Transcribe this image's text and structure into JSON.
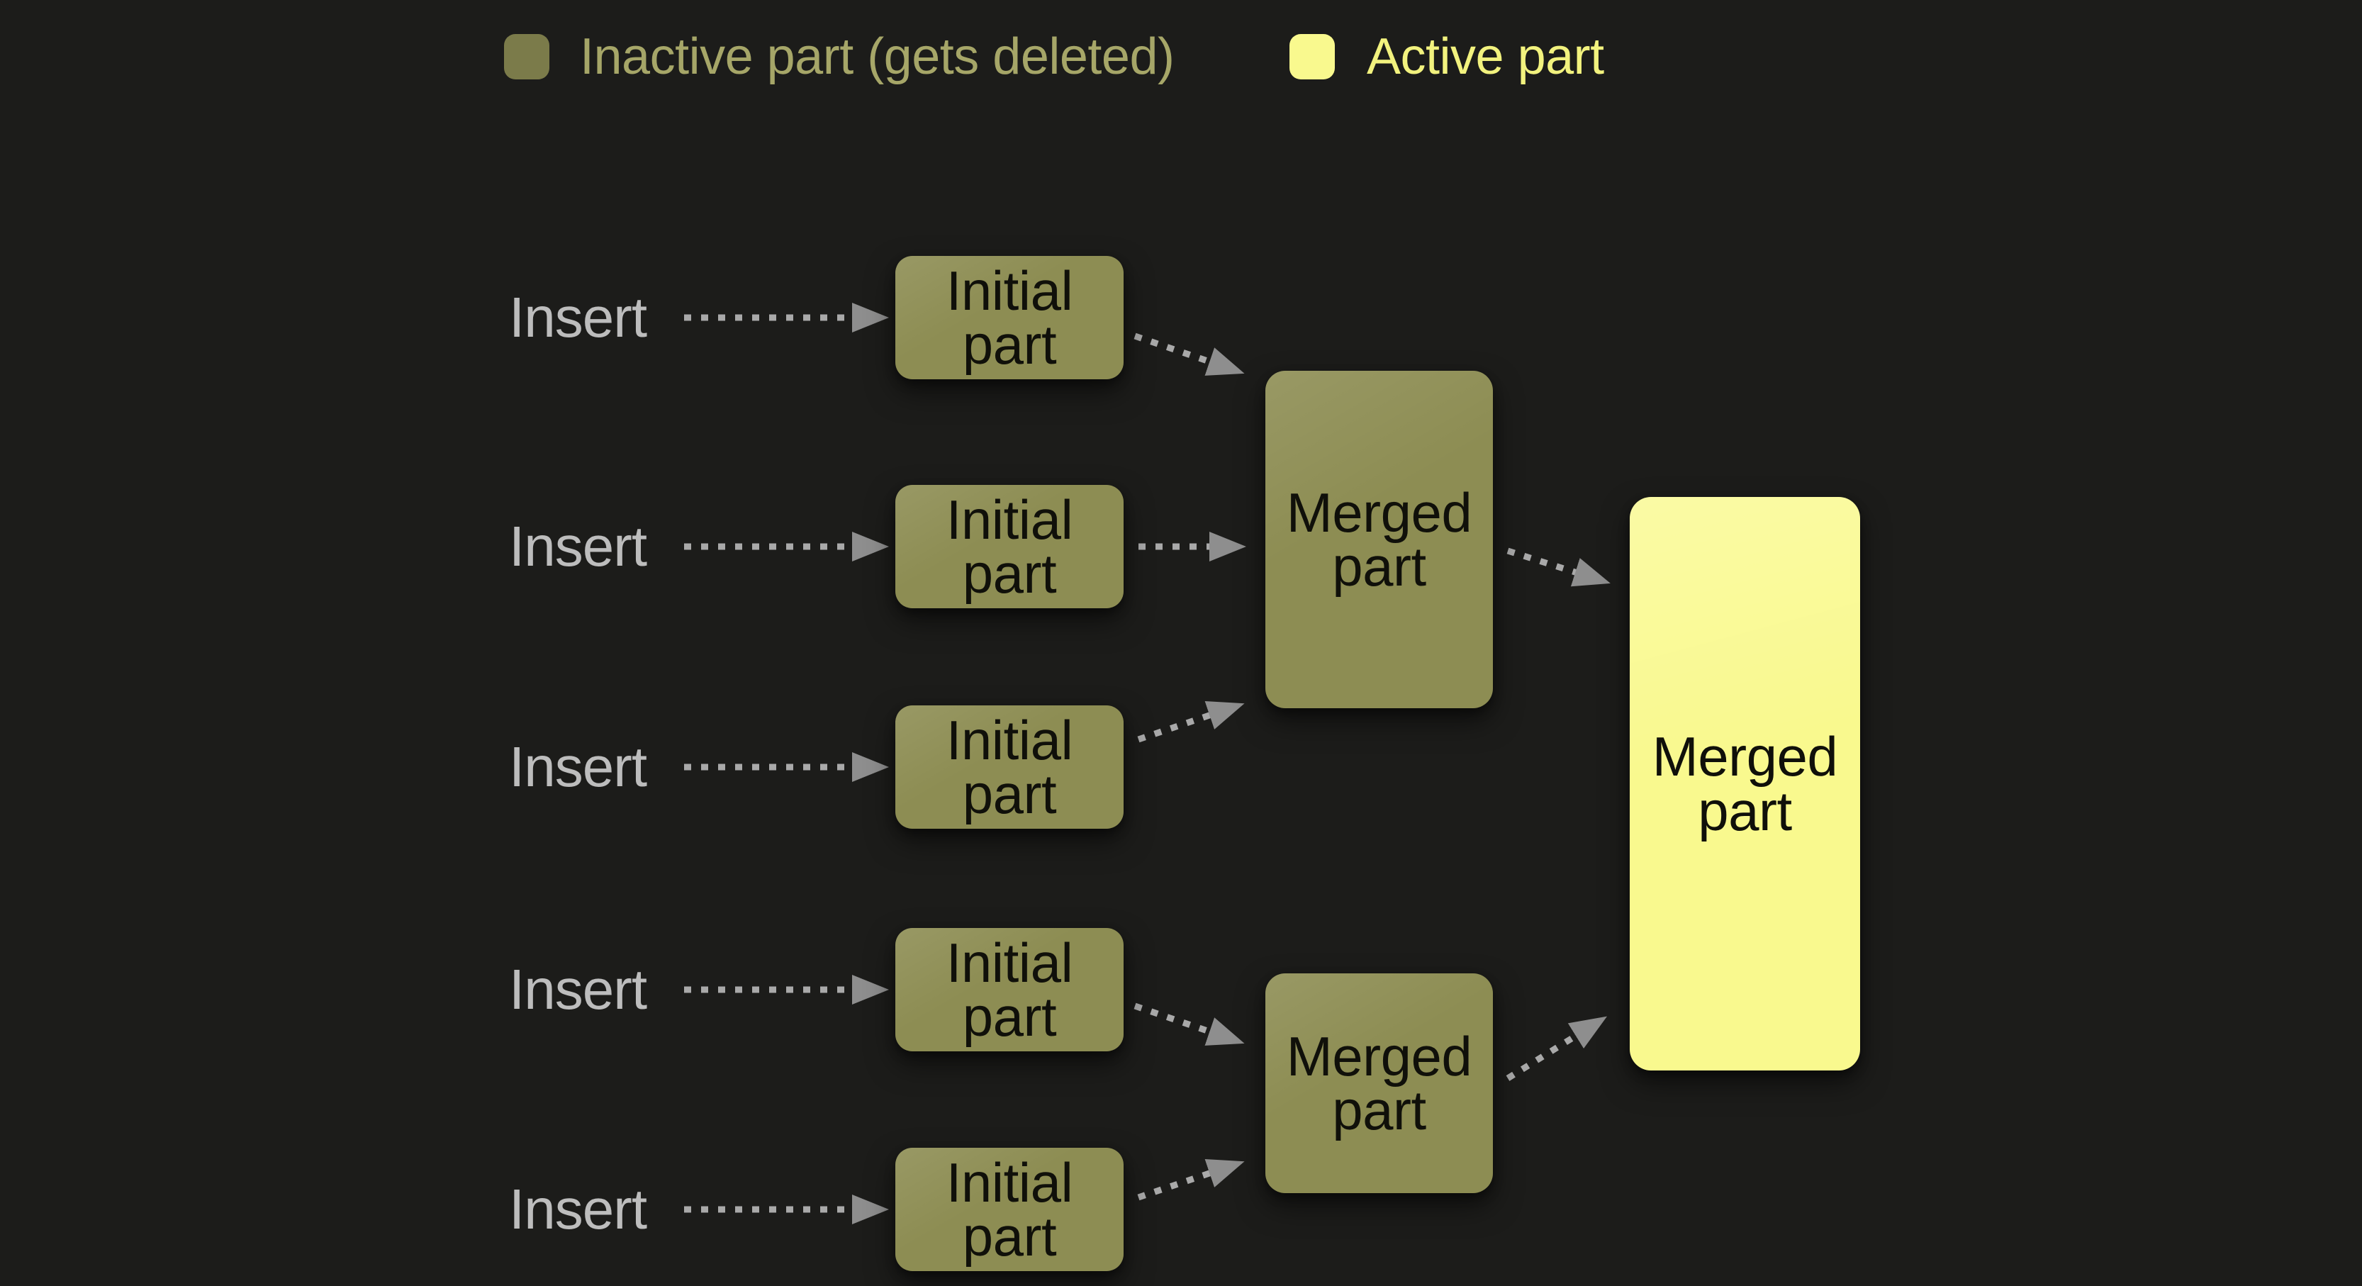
{
  "legend": {
    "inactive": {
      "label": "Inactive part (gets deleted)"
    },
    "active": {
      "label": "Active part"
    }
  },
  "rows": [
    {
      "insert_label": "Insert",
      "part_label": "Initial part"
    },
    {
      "insert_label": "Insert",
      "part_label": "Initial part"
    },
    {
      "insert_label": "Insert",
      "part_label": "Initial part"
    },
    {
      "insert_label": "Insert",
      "part_label": "Initial part"
    },
    {
      "insert_label": "Insert",
      "part_label": "Initial part"
    }
  ],
  "merged": [
    {
      "label": "Merged part",
      "state": "inactive"
    },
    {
      "label": "Merged part",
      "state": "inactive"
    },
    {
      "label": "Merged part",
      "state": "active"
    }
  ],
  "edges": [
    {
      "from": "insert-1",
      "to": "initial-part-1"
    },
    {
      "from": "insert-2",
      "to": "initial-part-2"
    },
    {
      "from": "insert-3",
      "to": "initial-part-3"
    },
    {
      "from": "insert-4",
      "to": "initial-part-4"
    },
    {
      "from": "insert-5",
      "to": "initial-part-5"
    },
    {
      "from": "initial-part-1",
      "to": "merged-part-1"
    },
    {
      "from": "initial-part-2",
      "to": "merged-part-1"
    },
    {
      "from": "initial-part-3",
      "to": "merged-part-1"
    },
    {
      "from": "initial-part-4",
      "to": "merged-part-2"
    },
    {
      "from": "initial-part-5",
      "to": "merged-part-2"
    },
    {
      "from": "merged-part-1",
      "to": "active-merged-part"
    },
    {
      "from": "merged-part-2",
      "to": "active-merged-part"
    }
  ],
  "colors": {
    "background": "#1c1c1a",
    "inactive_box": "#8d8d53",
    "active_box": "#f9f98e",
    "box_text": "#10100a",
    "insert_text": "#bdbdbd",
    "arrow_dash": "#a9a9a9",
    "arrow_head": "#8e8e8e",
    "legend_inactive_swatch": "#7b7b4a",
    "legend_inactive_text": "#a6a668",
    "legend_active_swatch": "#f9f98e",
    "legend_active_text": "#f2f27e"
  }
}
